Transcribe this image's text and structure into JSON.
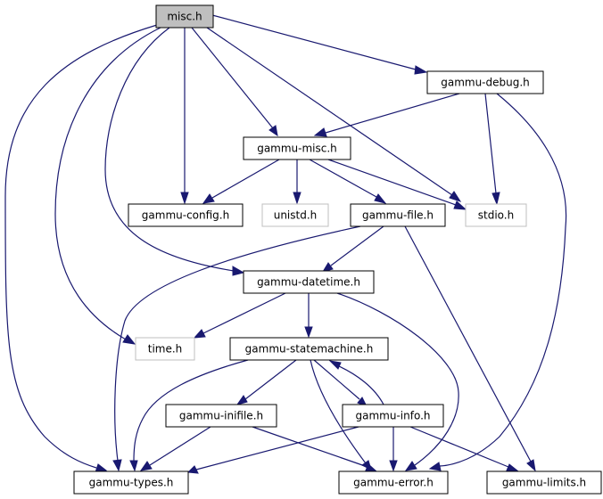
{
  "graph": {
    "colors": {
      "edge": "#191970",
      "node_border": "#000000",
      "external_border": "#bfbfbf",
      "root_fill": "#bfbfbf",
      "node_fill": "#ffffff"
    },
    "nodes": {
      "misc": {
        "label": "misc.h",
        "kind": "root"
      },
      "debug": {
        "label": "gammu-debug.h",
        "kind": "header"
      },
      "gmisc": {
        "label": "gammu-misc.h",
        "kind": "header"
      },
      "config": {
        "label": "gammu-config.h",
        "kind": "header"
      },
      "unistd": {
        "label": "unistd.h",
        "kind": "external"
      },
      "file": {
        "label": "gammu-file.h",
        "kind": "header"
      },
      "stdio": {
        "label": "stdio.h",
        "kind": "external"
      },
      "datetime": {
        "label": "gammu-datetime.h",
        "kind": "header"
      },
      "time": {
        "label": "time.h",
        "kind": "external"
      },
      "sm": {
        "label": "gammu-statemachine.h",
        "kind": "header"
      },
      "inifile": {
        "label": "gammu-inifile.h",
        "kind": "header"
      },
      "info": {
        "label": "gammu-info.h",
        "kind": "header"
      },
      "types": {
        "label": "gammu-types.h",
        "kind": "header"
      },
      "error": {
        "label": "gammu-error.h",
        "kind": "header"
      },
      "limits": {
        "label": "gammu-limits.h",
        "kind": "header"
      }
    },
    "edges": [
      {
        "from": "misc",
        "to": "debug"
      },
      {
        "from": "misc",
        "to": "gmisc"
      },
      {
        "from": "misc",
        "to": "config"
      },
      {
        "from": "misc",
        "to": "stdio"
      },
      {
        "from": "misc",
        "to": "datetime"
      },
      {
        "from": "misc",
        "to": "time"
      },
      {
        "from": "misc",
        "to": "types"
      },
      {
        "from": "debug",
        "to": "gmisc"
      },
      {
        "from": "debug",
        "to": "stdio"
      },
      {
        "from": "debug",
        "to": "error"
      },
      {
        "from": "gmisc",
        "to": "config"
      },
      {
        "from": "gmisc",
        "to": "unistd"
      },
      {
        "from": "gmisc",
        "to": "file"
      },
      {
        "from": "gmisc",
        "to": "stdio"
      },
      {
        "from": "file",
        "to": "datetime"
      },
      {
        "from": "file",
        "to": "types"
      },
      {
        "from": "file",
        "to": "limits"
      },
      {
        "from": "datetime",
        "to": "time"
      },
      {
        "from": "datetime",
        "to": "sm"
      },
      {
        "from": "datetime",
        "to": "error"
      },
      {
        "from": "sm",
        "to": "inifile"
      },
      {
        "from": "sm",
        "to": "info"
      },
      {
        "from": "sm",
        "to": "types"
      },
      {
        "from": "sm",
        "to": "error"
      },
      {
        "from": "info",
        "to": "sm"
      },
      {
        "from": "info",
        "to": "types"
      },
      {
        "from": "info",
        "to": "error"
      },
      {
        "from": "info",
        "to": "limits"
      },
      {
        "from": "inifile",
        "to": "types"
      },
      {
        "from": "inifile",
        "to": "error"
      }
    ]
  }
}
